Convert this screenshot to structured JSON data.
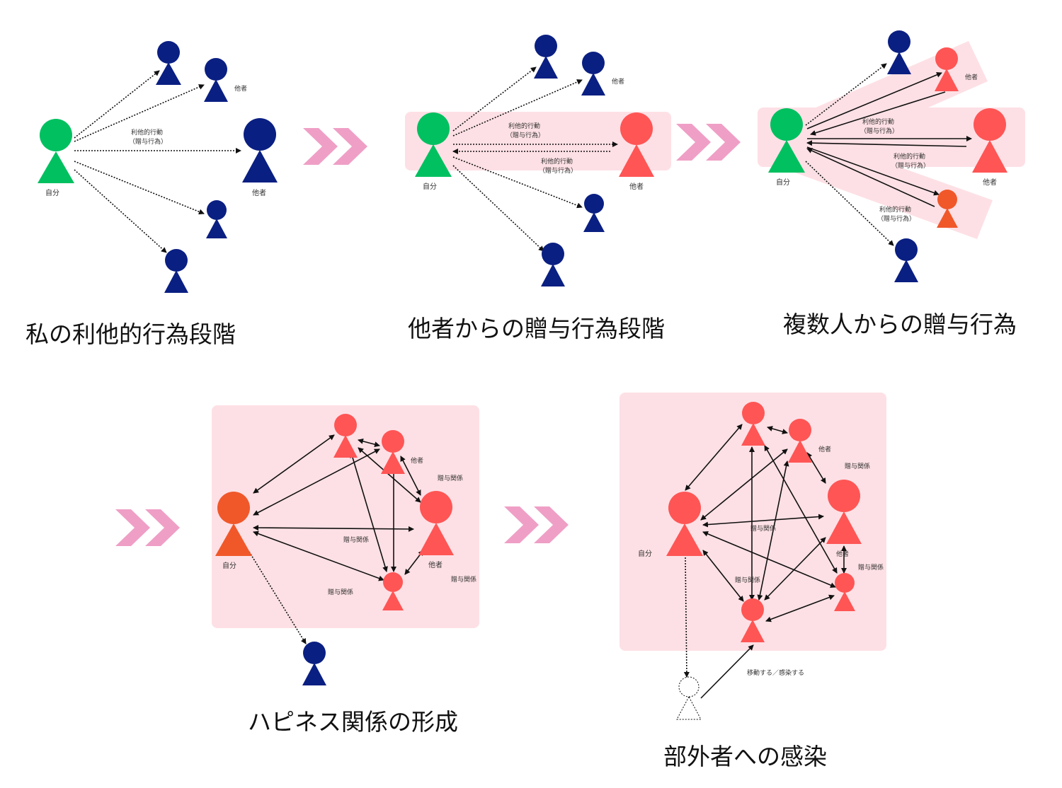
{
  "colors": {
    "self_green": "#00c060",
    "other_navy": "#0a1f82",
    "other_red": "#ff5555",
    "self_orange": "#f0582a",
    "highlight_pink": "#fde0e5",
    "chevron_pink": "#ef9fc6",
    "arrow_black": "#111111"
  },
  "labels": {
    "self": "自分",
    "other": "他者",
    "altruistic_action": "利他的行動",
    "gift_action_paren": "（贈与行為）",
    "gift_relation": "贈与関係",
    "move_infect": "移動する／感染する"
  },
  "stages": [
    {
      "title": "私の利他的行為段階"
    },
    {
      "title": "他者からの贈与行為段階"
    },
    {
      "title": "複数人からの贈与行為"
    },
    {
      "title": "ハピネス関係の形成"
    },
    {
      "title": "部外者への感染"
    }
  ]
}
